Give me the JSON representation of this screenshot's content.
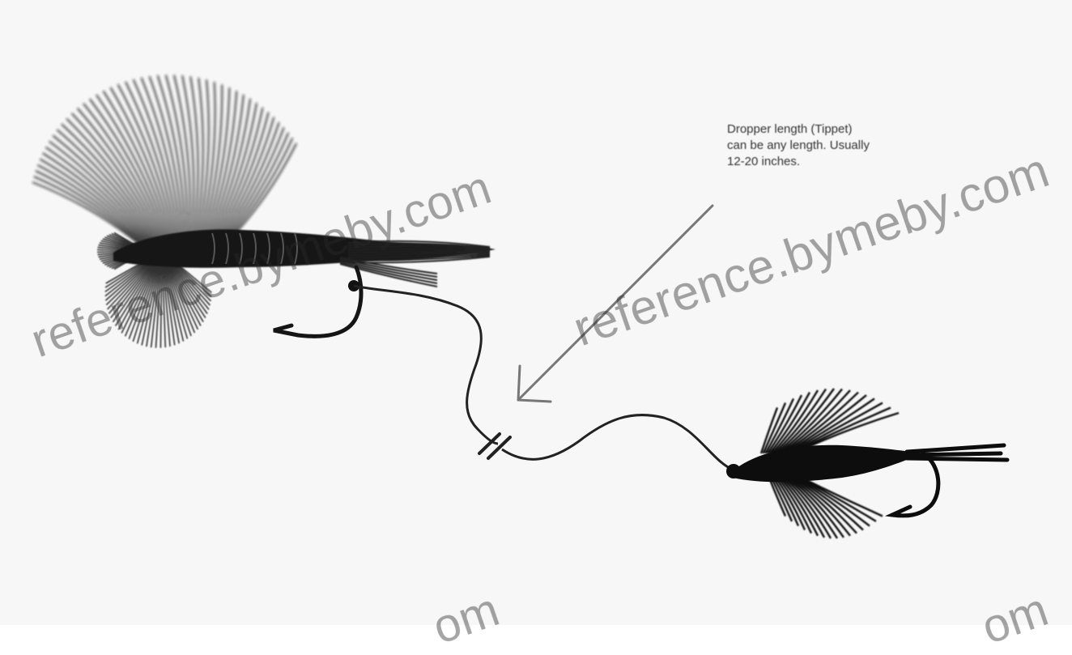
{
  "annotation": {
    "text": "Dropper length (Tippet)\ncan be any length. Usually\n12-20 inches."
  },
  "watermark": {
    "text": "reference.bymeby.com",
    "text_bottom_1": "om",
    "text_bottom_2": "om",
    "color": "#444444"
  },
  "colors": {
    "background": "#f7f7f7",
    "ink": "#111111",
    "arrow": "#777777"
  },
  "figures": {
    "dry_fly": "dry-fly-icon",
    "wet_fly": "wet-fly-icon",
    "hook": "hook-icon",
    "dropper_line": "tippet-line",
    "knot": "knot-icon",
    "arrow": "arrow-icon"
  }
}
